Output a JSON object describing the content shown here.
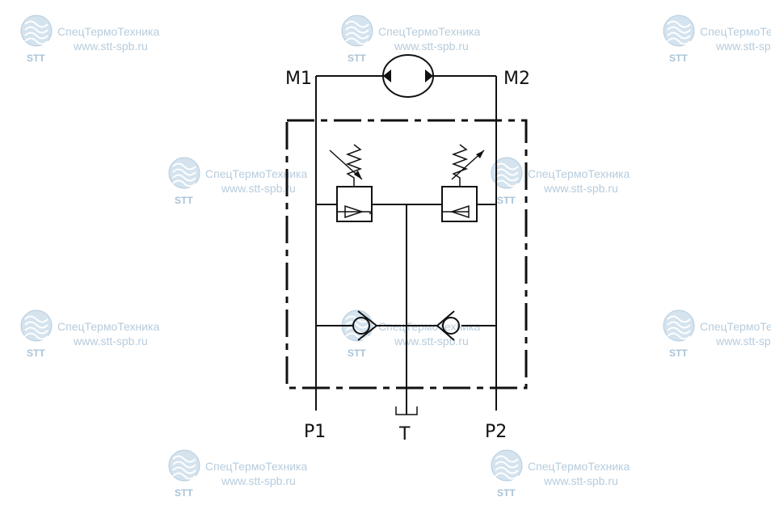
{
  "watermark": {
    "name": "СпецТермоТехника",
    "url": "www.stt-spb.ru",
    "logo_text": "STT",
    "color": "#b6ccdd"
  },
  "ports": {
    "m1": "M1",
    "m2": "M2",
    "p1": "P1",
    "p2": "P2",
    "t": "T"
  },
  "colors": {
    "line": "#111111",
    "background": "#ffffff"
  }
}
